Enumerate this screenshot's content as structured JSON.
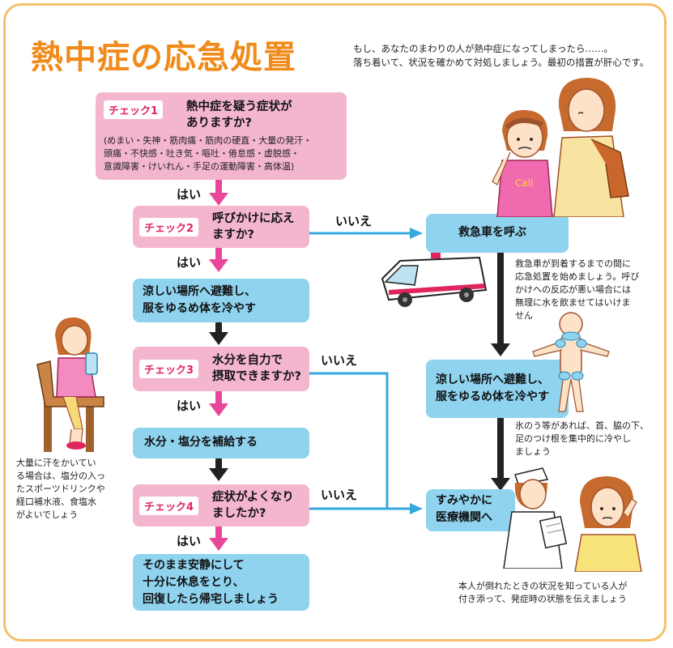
{
  "title": "熱中症の応急処置",
  "intro": [
    "もし、あなたのまわりの人が熱中症になってしまったら……。",
    "落ち着いて、状況を確かめて対処しましょう。最初の措置が肝心です。"
  ],
  "check1": {
    "tag": "チェック1",
    "question": [
      "熱中症を疑う症状が",
      "ありますか?"
    ],
    "symptoms": [
      "(めまい・失神・筋肉痛・筋肉の硬直・大量の発汗・",
      "頭痛・不快感・吐き気・嘔吐・倦怠感・虚脱感・",
      "意識障害・けいれん・手足の運動障害・高体温)"
    ]
  },
  "check2": {
    "tag": "チェック2",
    "question": [
      "呼びかけに応え",
      "ますか?"
    ]
  },
  "check3": {
    "tag": "チェック3",
    "question": [
      "水分を自力で",
      "摂取できますか?"
    ]
  },
  "check4": {
    "tag": "チェック4",
    "question": [
      "症状がよくなり",
      "ましたか?"
    ]
  },
  "actions": {
    "cool_left": [
      "涼しい場所へ避難し、",
      "服をゆるめ体を冷やす"
    ],
    "hydrate": "水分・塩分を補給する",
    "rest": [
      "そのまま安静にして",
      "十分に休息をとり、",
      "回復したら帰宅しましょう"
    ],
    "ambulance": "救急車を呼ぶ",
    "cool_right": [
      "涼しい場所へ避難し、",
      "服をゆるめ体を冷やす"
    ],
    "hospital": [
      "すみやかに",
      "医療機関へ"
    ]
  },
  "labels": {
    "yes": "はい",
    "no": "いいえ"
  },
  "notes": {
    "ambulance": [
      "救急車が到着するまでの間に",
      "応急処置を始めましょう。呼び",
      "かけへの反応が悪い場合には",
      "無理に水を飲ませてはいけま",
      "せん"
    ],
    "ice": [
      "氷のう等があれば、首、脇の下、",
      "足のつけ根を集中的に冷やし",
      "ましょう"
    ],
    "sweat": [
      "大量に汗をかいてい",
      "る場合は、塩分の入っ",
      "たスポーツドリンクや",
      "経口補水液、食塩水",
      "がよいでしょう"
    ],
    "hospital": [
      "本人が倒れたときの状況を知っている人が",
      "付き添って、発症時の状態を伝えましょう"
    ]
  },
  "colors": {
    "pink_box": "#f4b5cf",
    "blue_box": "#8fd3ef",
    "pink_arrow": "#e9489a",
    "blue_arrow": "#35a8e0",
    "black_arrow": "#222222",
    "title": "#f08a1a",
    "frame": "#f5c06a",
    "tag_text": "#e0245e"
  },
  "illustrations": [
    "dizzy-girl",
    "helping-woman",
    "ambulance",
    "ice-pack-body",
    "girl-drinking",
    "nurse",
    "worried-woman"
  ]
}
